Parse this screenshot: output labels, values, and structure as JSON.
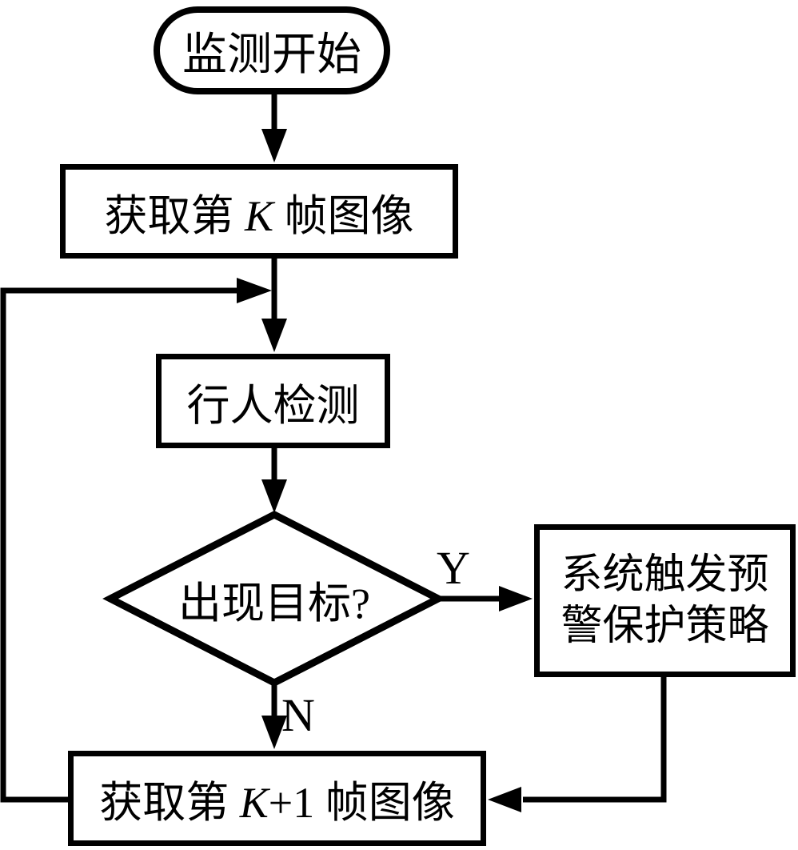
{
  "colors": {
    "stroke": "#000000",
    "background": "#ffffff"
  },
  "nodes": {
    "start": {
      "label": "监测开始"
    },
    "get_frame_k": {
      "text_before": "获取第 ",
      "variable": "K",
      "text_after": " 帧图像"
    },
    "pedestrian_detect": {
      "label": "行人检测"
    },
    "target_decision": {
      "label": "出现目标?"
    },
    "alarm_strategy": {
      "line1": "系统触发预",
      "line2": "警保护策略"
    },
    "get_frame_k_plus_1": {
      "text_before": "获取第 ",
      "variable": "K",
      "increment": "+1 ",
      "text_after": "帧图像"
    }
  },
  "edges": {
    "yes_label": "Y",
    "no_label": "N"
  }
}
